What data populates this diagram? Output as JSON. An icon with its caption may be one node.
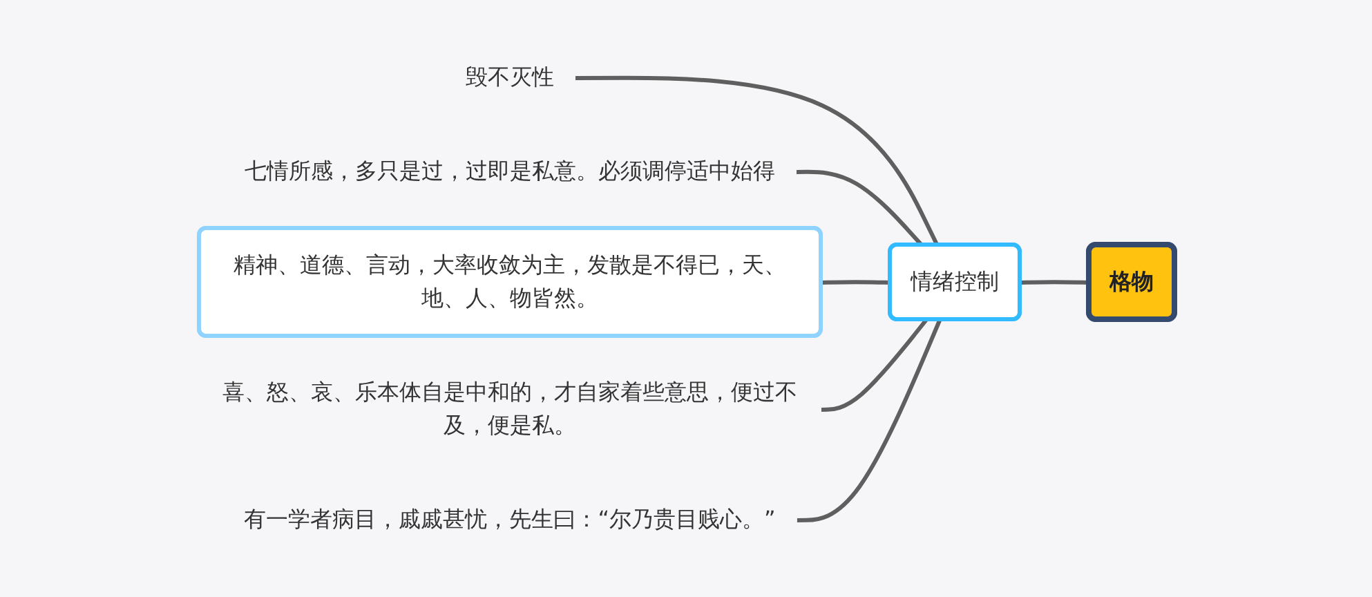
{
  "diagram": {
    "nodes": [
      {
        "text": [
          "格物"
        ]
      },
      {
        "text": [
          "情绪控制"
        ]
      },
      {
        "text": [
          "毁不灭性"
        ]
      },
      {
        "text": [
          "七情所感，多只是过，过即是私意。必须调停适中始得"
        ]
      },
      {
        "text": [
          "精神、道德、言动，大率收敛为主，发散是不得已，天、地、人、物皆然。"
        ]
      },
      {
        "text": [
          "喜、怒、哀、乐本体自是中和的，才自家着些意思，便过不及，便是私。"
        ]
      },
      {
        "text": [
          "有一学者病目，戚戚甚忧，先生曰：“尔乃贵目贱心。”"
        ]
      }
    ],
    "edges": [
      {
        "from": 0,
        "to": 1,
        "arrow": "none"
      },
      {
        "from": 1,
        "to": 2,
        "arrow": "none"
      },
      {
        "from": 1,
        "to": 3,
        "arrow": "none"
      },
      {
        "from": 1,
        "to": 4,
        "arrow": "none"
      },
      {
        "from": 1,
        "to": 5,
        "arrow": "none"
      },
      {
        "from": 1,
        "to": 6,
        "arrow": "none"
      }
    ]
  }
}
